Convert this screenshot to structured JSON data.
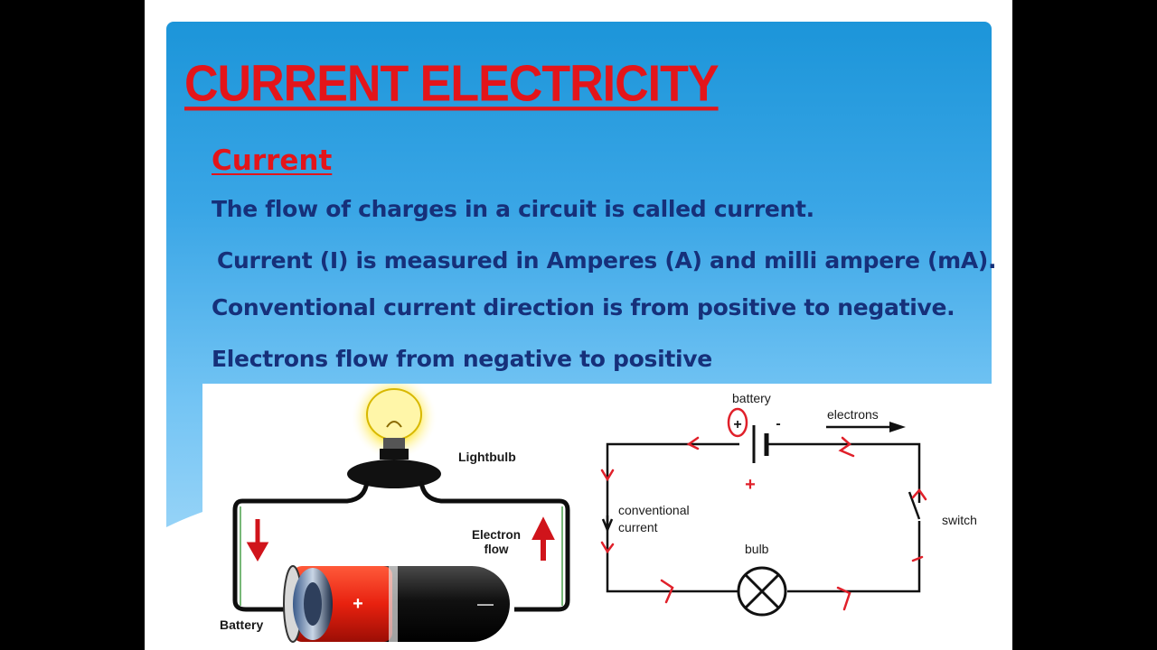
{
  "slide": {
    "title": "CURRENT ELECTRICITY",
    "subtitle": "Current",
    "lines": [
      "The flow of charges in a circuit is called current.",
      " Current (I) is measured in Amperes (A) and milli ampere (mA).",
      "Conventional current direction is from positive to negative.",
      "Electrons flow from negative to positive"
    ]
  },
  "left_diagram": {
    "lightbulb_label": "Lightbulb",
    "electron_flow_label": [
      "Electron",
      "flow"
    ],
    "battery_label": "Battery",
    "battery_plus": "+",
    "battery_minus": "—"
  },
  "right_diagram": {
    "battery_label": "battery",
    "electrons_label": "electrons",
    "conventional_label": [
      "conventional",
      "current"
    ],
    "switch_label": "switch",
    "bulb_label": "bulb",
    "plus_sign": "+",
    "minus_sign": "-",
    "annotation_plus": "+"
  },
  "colors": {
    "title_red": "#e3151a",
    "body_navy": "#16307a",
    "panel_blue": "#1c95d9",
    "annotation_red": "#e0202a"
  }
}
